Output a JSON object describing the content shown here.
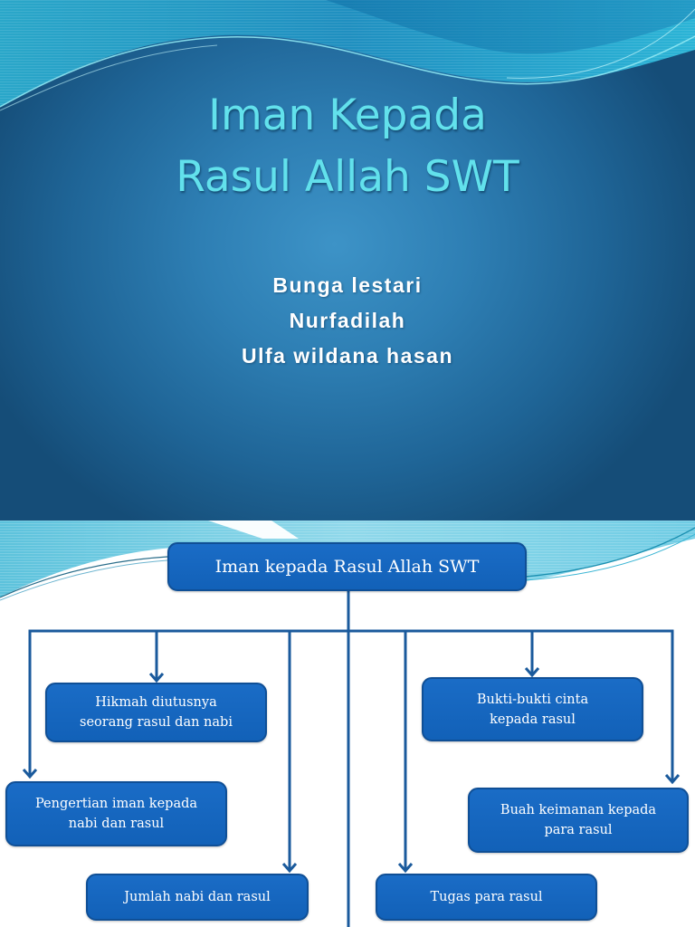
{
  "slide1": {
    "title_lines": [
      "Iman Kepada",
      "Rasul Allah SWT"
    ],
    "authors": [
      "Bunga lestari",
      "Nurfadilah",
      "Ulfa wildana hasan"
    ],
    "colors": {
      "title": "#62e1ec",
      "background_center": "#3d93c7",
      "background_edge": "#154d78",
      "author_text": "#ffffff"
    }
  },
  "slide2": {
    "root": {
      "label": "Iman kepada Rasul Allah SWT"
    },
    "children": [
      {
        "id": "hikmah",
        "lines": [
          "Hikmah diutusnya",
          "seorang rasul dan nabi"
        ]
      },
      {
        "id": "bukti",
        "lines": [
          "Bukti-bukti cinta",
          "kepada rasul"
        ]
      },
      {
        "id": "pengertian",
        "lines": [
          "Pengertian iman kepada",
          "nabi dan rasul"
        ]
      },
      {
        "id": "buah",
        "lines": [
          "Buah keimanan kepada",
          "para rasul"
        ]
      },
      {
        "id": "jumlah",
        "lines": [
          "Jumlah nabi dan rasul"
        ]
      },
      {
        "id": "tugas",
        "lines": [
          "Tugas para rasul"
        ]
      }
    ],
    "colors": {
      "box_fill": "#1565c0",
      "box_border": "#0f4f96",
      "connector": "#1a5a9c",
      "box_text": "#ffffff"
    }
  }
}
